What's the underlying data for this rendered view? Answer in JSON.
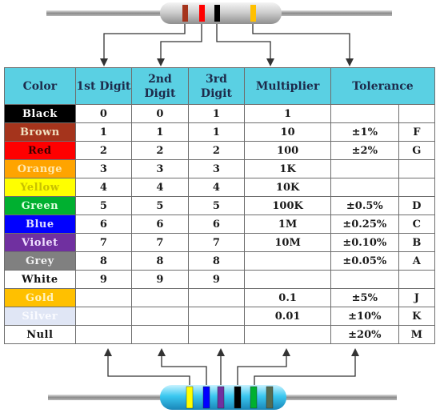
{
  "header": {
    "color": "Color",
    "digit1": "1st Digit",
    "digit2": "2nd Digit",
    "digit3": "3rd Digit",
    "multiplier": "Multiplier",
    "tolerance": "Tolerance"
  },
  "rows": [
    {
      "name": "Black",
      "bg": "#000000",
      "fg": "#ffffff",
      "d1": "0",
      "d2": "0",
      "d3": "1",
      "mult": "1",
      "tol": "",
      "code": ""
    },
    {
      "name": "Brown",
      "bg": "#a5341c",
      "fg": "#f0e0c0",
      "d1": "1",
      "d2": "1",
      "d3": "1",
      "mult": "10",
      "tol": "±1%",
      "code": "F"
    },
    {
      "name": "Red",
      "bg": "#ff0000",
      "fg": "#3a0000",
      "d1": "2",
      "d2": "2",
      "d3": "2",
      "mult": "100",
      "tol": "±2%",
      "code": "G"
    },
    {
      "name": "Orange",
      "bg": "#ffa400",
      "fg": "#ffe8b0",
      "d1": "3",
      "d2": "3",
      "d3": "3",
      "mult": "1K",
      "tol": "",
      "code": ""
    },
    {
      "name": "Yellow",
      "bg": "#ffff00",
      "fg": "#c8c000",
      "d1": "4",
      "d2": "4",
      "d3": "4",
      "mult": "10K",
      "tol": "",
      "code": ""
    },
    {
      "name": "Green",
      "bg": "#00b030",
      "fg": "#e0ffe0",
      "d1": "5",
      "d2": "5",
      "d3": "5",
      "mult": "100K",
      "tol": "±0.5%",
      "code": "D"
    },
    {
      "name": "Blue",
      "bg": "#0000ff",
      "fg": "#e0e0ff",
      "d1": "6",
      "d2": "6",
      "d3": "6",
      "mult": "1M",
      "tol": "±0.25%",
      "code": "C"
    },
    {
      "name": "Violet",
      "bg": "#7030a0",
      "fg": "#f0e0ff",
      "d1": "7",
      "d2": "7",
      "d3": "7",
      "mult": "10M",
      "tol": "±0.10%",
      "code": "B"
    },
    {
      "name": "Grey",
      "bg": "#808080",
      "fg": "#f2f2f2",
      "d1": "8",
      "d2": "8",
      "d3": "8",
      "mult": "",
      "tol": "±0.05%",
      "code": "A"
    },
    {
      "name": "White",
      "bg": "#ffffff",
      "fg": "#111111",
      "d1": "9",
      "d2": "9",
      "d3": "9",
      "mult": "",
      "tol": "",
      "code": ""
    },
    {
      "name": "Gold",
      "bg": "#ffc000",
      "fg": "#fff3c0",
      "d1": "",
      "d2": "",
      "d3": "",
      "mult": "0.1",
      "tol": "±5%",
      "code": "J"
    },
    {
      "name": "Silver",
      "bg": "#e0e6f5",
      "fg": "#fafbff",
      "d1": "",
      "d2": "",
      "d3": "",
      "mult": "0.01",
      "tol": "±10%",
      "code": "K"
    },
    {
      "name": "Null",
      "bg": "#ffffff",
      "fg": "#111111",
      "d1": "",
      "d2": "",
      "d3": "",
      "mult": "",
      "tol": "±20%",
      "code": "M"
    }
  ],
  "colors": {
    "header_bg": "#5ad0e3",
    "top_resistor_body": "#c8c8c8",
    "bottom_resistor_body": "#3ac8f0",
    "lead": "#9a9a9a",
    "arrow": "#333333",
    "blue_text": "#1c2dc8"
  },
  "top_resistor_bands": [
    "#a5341c",
    "#ff0000",
    "#000000",
    "#ffc000"
  ],
  "bottom_resistor_bands": [
    "#ffff00",
    "#0000ff",
    "#7030a0",
    "#000000",
    "#00b030",
    "#556b50"
  ]
}
